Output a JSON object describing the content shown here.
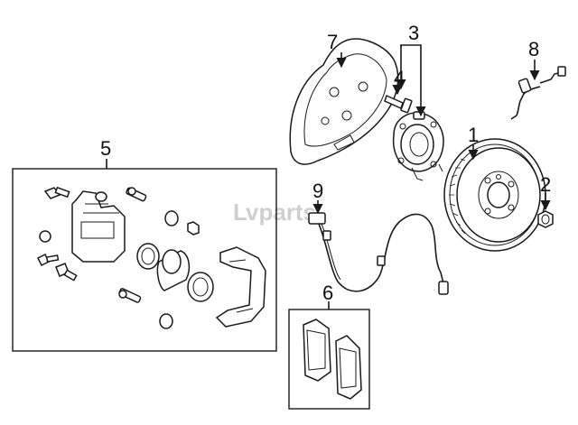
{
  "callouts": {
    "c1": "1",
    "c2": "2",
    "c3": "3",
    "c4": "4",
    "c5": "5",
    "c6": "6",
    "c7": "7",
    "c8": "8",
    "c9": "9"
  },
  "watermark": {
    "brand": "vparts",
    "mark": "L",
    "color": "#cfcfcf"
  },
  "icons": {
    "arrow": "arrowhead"
  }
}
